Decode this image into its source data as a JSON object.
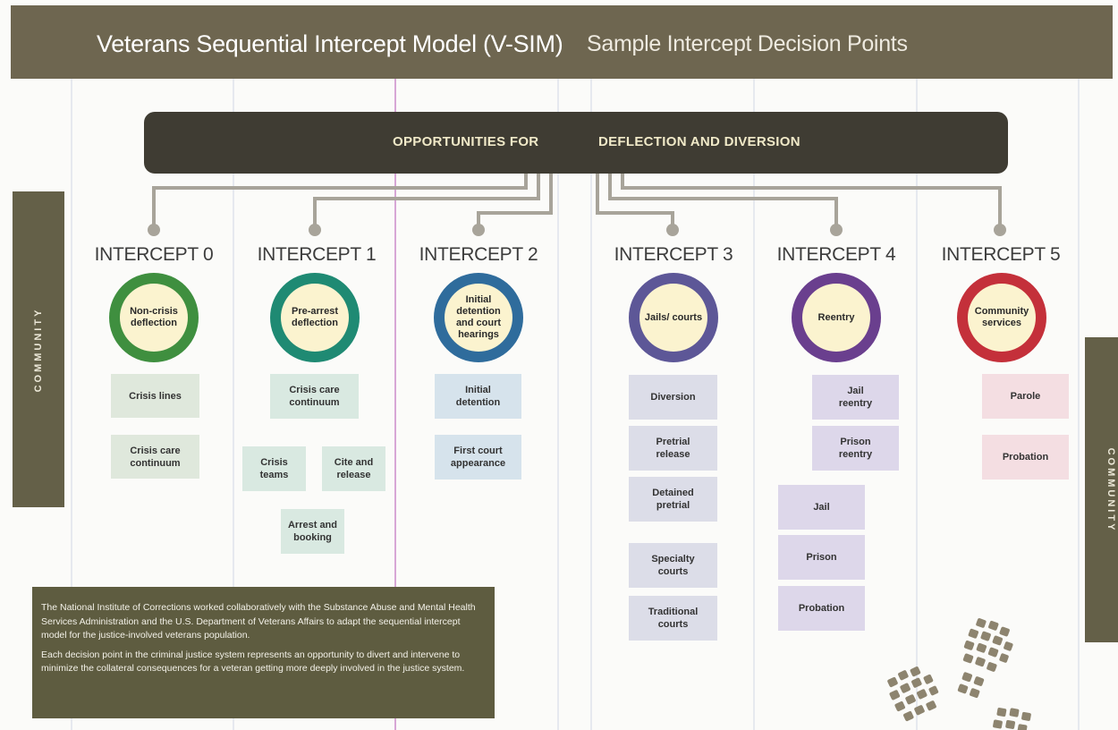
{
  "header": {
    "title": "Veterans Sequential Intercept Model (V-SIM)",
    "subtitle": "Sample Intercept Decision Points"
  },
  "banner": {
    "left": "OPPORTUNITIES FOR",
    "right": "DEFLECTION AND DIVERSION"
  },
  "side_labels": {
    "left": "COMMUNITY",
    "right": "COMMUNITY"
  },
  "intercepts": [
    {
      "title": "INTERCEPT 0",
      "circle": "Non-crisis deflection",
      "color": "#3f8f3f",
      "boxes": [
        "Crisis lines",
        "Crisis care\ncontinuum"
      ]
    },
    {
      "title": "INTERCEPT 1",
      "circle": "Pre-arrest deflection",
      "color": "#1f8a73",
      "boxes": [
        "Crisis care\ncontinuum",
        "Crisis\nteams",
        "Cite and\nrelease",
        "Arrest and\nbooking"
      ]
    },
    {
      "title": "INTERCEPT 2",
      "circle": "Initial detention and court hearings",
      "color": "#2f6c9c",
      "boxes": [
        "Initial\ndetention",
        "First court\nappearance"
      ]
    },
    {
      "title": "INTERCEPT 3",
      "circle": "Jails/ courts",
      "color": "#5d5797",
      "boxes": [
        "Diversion",
        "Pretrial\nrelease",
        "Detained\npretrial",
        "Specialty\ncourts",
        "Traditional\ncourts"
      ]
    },
    {
      "title": "INTERCEPT 4",
      "circle": "Reentry",
      "color": "#6a3f8e",
      "boxes": [
        "Jail\nreentry",
        "Prison\nreentry",
        "Jail",
        "Prison",
        "Probation"
      ]
    },
    {
      "title": "INTERCEPT 5",
      "circle": "Community services",
      "color": "#c4303a",
      "boxes": [
        "Parole",
        "Probation"
      ]
    }
  ],
  "info_text": [
    "The National Institute of Corrections worked collaboratively with the Substance Abuse and Mental Health Services Administration and the U.S. Department of Veterans Affairs to adapt the sequential intercept model for the justice-involved veterans population.",
    "Each decision point in the criminal justice system represents an opportunity to divert and intervene to minimize the collateral consequences for a veteran getting more deeply involved in the justice system."
  ],
  "colors": {
    "header_bg": "#6e6650",
    "banner_bg": "#3f3c33",
    "connector": "#a8a49a",
    "divider": "#d7a7d6"
  }
}
